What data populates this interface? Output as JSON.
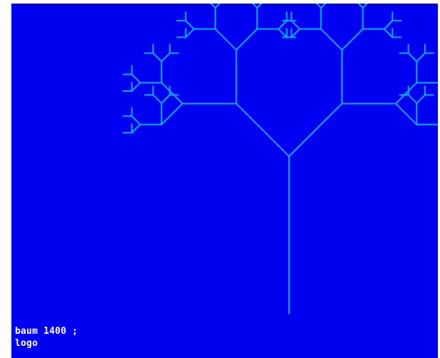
{
  "colors": {
    "background": "#0000f0",
    "tree_line": "#00b0ff",
    "console_text": "#ffffff"
  },
  "logo_screen": {
    "console_lines": [
      "baum 1400 ;",
      "logo"
    ],
    "drawing": {
      "shape": "recursive binary fractal tree",
      "recursion_depth": 6
    }
  }
}
